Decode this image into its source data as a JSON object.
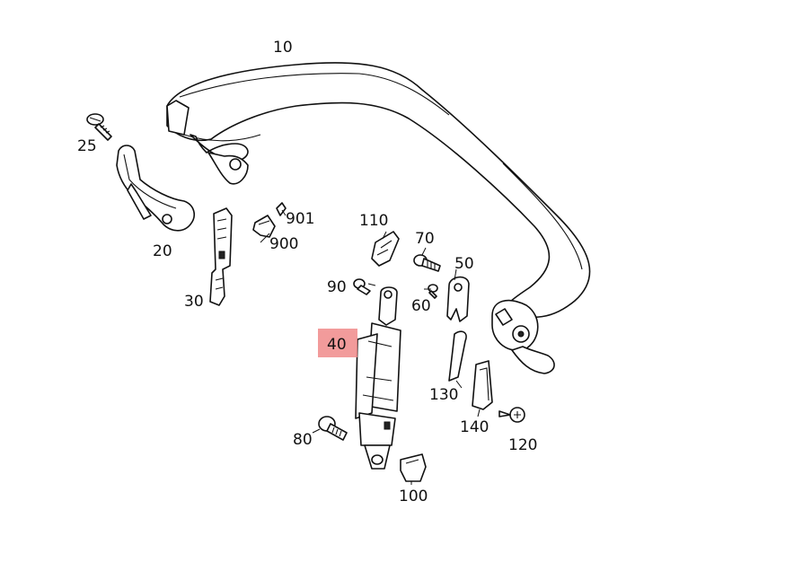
{
  "highlight_color": "#f08a8a",
  "labels": {
    "p10": "10",
    "p20": "20",
    "p25": "25",
    "p30": "30",
    "p40": "40",
    "p50": "50",
    "p60": "60",
    "p70": "70",
    "p80": "80",
    "p90": "90",
    "p100": "100",
    "p110": "110",
    "p120": "120",
    "p130": "130",
    "p140": "140",
    "p900": "900",
    "p901": "901"
  },
  "highlighted_part": "40"
}
